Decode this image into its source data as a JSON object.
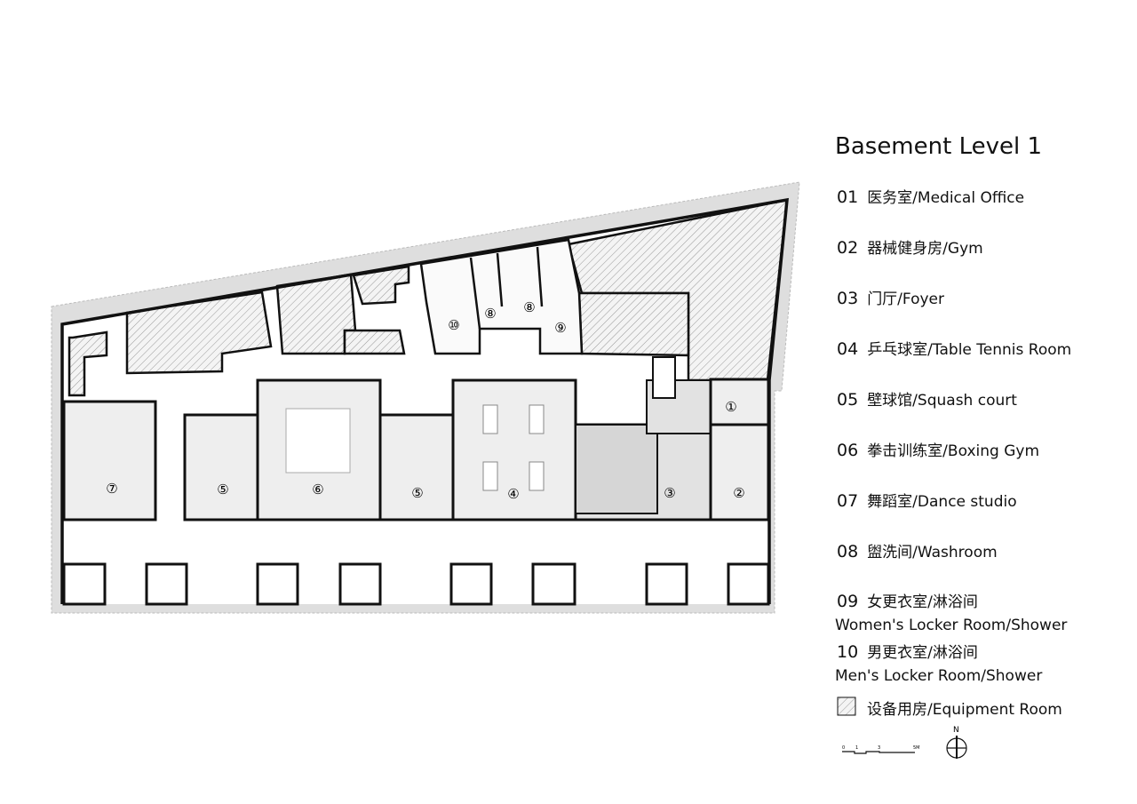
{
  "title": "Basement Level 1",
  "legend": [
    {
      "num": "01",
      "label": "医务室/Medical Office"
    },
    {
      "num": "02",
      "label": "器械健身房/Gym"
    },
    {
      "num": "03",
      "label": "门厅/Foyer"
    },
    {
      "num": "04",
      "label": "乒乓球室/Table Tennis Room"
    },
    {
      "num": "05",
      "label": "壁球馆/Squash court"
    },
    {
      "num": "06",
      "label": "拳击训练室/Boxing Gym"
    },
    {
      "num": "07",
      "label": "舞蹈室/Dance studio"
    },
    {
      "num": "08",
      "label": "盥洗间/Washroom"
    },
    {
      "num": "09",
      "label": "女更衣室/淋浴间",
      "label2": "Women's Locker Room/Shower"
    },
    {
      "num": "10",
      "label": "男更衣室/淋浴间",
      "label2": "Men's Locker Room/Shower"
    }
  ],
  "equipment": {
    "label": "设备用房/Equipment Room",
    "icon": "hatch-swatch"
  },
  "room_markers": [
    "①",
    "②",
    "③",
    "④",
    "⑤",
    "⑥",
    "⑦",
    "⑧",
    "⑨",
    "⑩"
  ],
  "scale": {
    "ticks": [
      "0",
      "1",
      "3",
      "5M"
    ]
  },
  "north": {
    "label": "N",
    "icon": "north-arrow"
  },
  "colors": {
    "wall": "#111111",
    "room_fill": "#eeeeee",
    "foyer_dark": "#d6d6d6",
    "landscape": "#dcdcdc"
  }
}
